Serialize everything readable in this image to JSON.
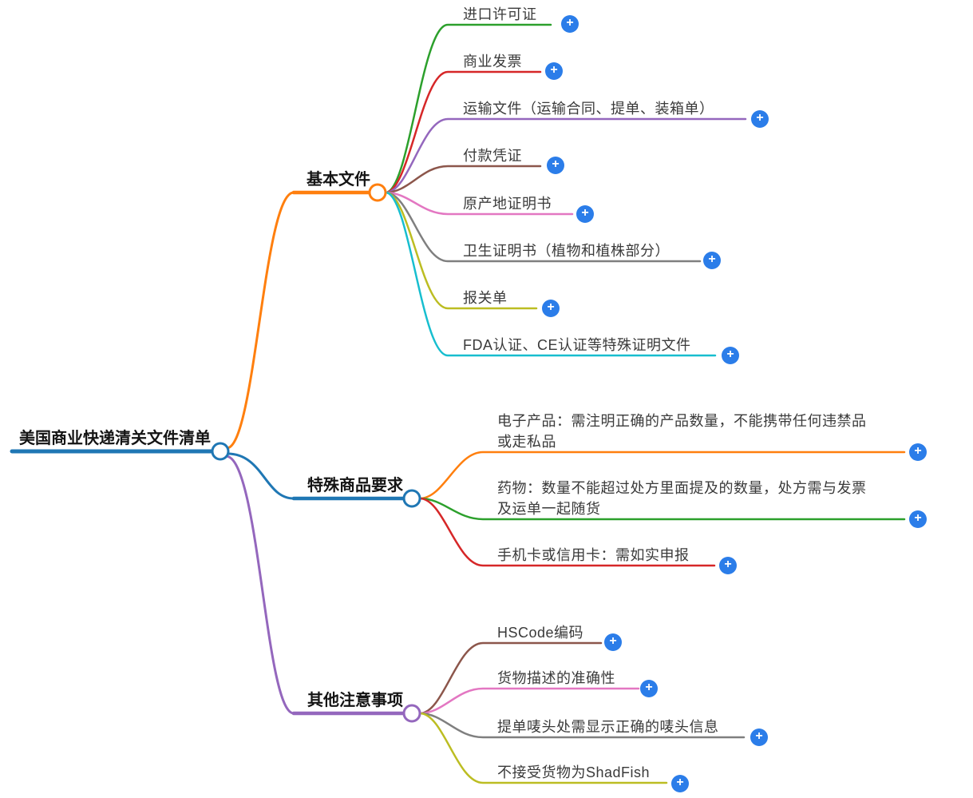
{
  "palette": {
    "blue": "#1f77b4",
    "orange": "#ff7f0e",
    "green": "#2ca02c",
    "red": "#d62728",
    "purple": "#9467bd",
    "brown": "#8c564b",
    "pink": "#e377c2",
    "gray": "#7f7f7f",
    "olive": "#bcbd22",
    "cyan": "#17becf",
    "plus": "#2b7de9"
  },
  "icons": {
    "plus": "+"
  },
  "root": {
    "label": "美国商业快递清关文件清单",
    "color": "blue"
  },
  "branches": [
    {
      "label": "基本文件",
      "color": "orange",
      "children": [
        {
          "label": "进口许可证",
          "color": "green"
        },
        {
          "label": "商业发票",
          "color": "red"
        },
        {
          "label": "运输文件（运输合同、提单、装箱单）",
          "color": "purple"
        },
        {
          "label": "付款凭证",
          "color": "brown"
        },
        {
          "label": "原产地证明书",
          "color": "pink"
        },
        {
          "label": "卫生证明书（植物和植株部分）",
          "color": "gray"
        },
        {
          "label": "报关单",
          "color": "olive"
        },
        {
          "label": "FDA认证、CE认证等特殊证明文件",
          "color": "cyan"
        }
      ]
    },
    {
      "label": "特殊商品要求",
      "color": "blue",
      "children": [
        {
          "label": "电子产品：需注明正确的产品数量，不能携带任何违禁品\n或走私品",
          "color": "orange"
        },
        {
          "label": "药物：数量不能超过处方里面提及的数量，处方需与发票\n及运单一起随货",
          "color": "green"
        },
        {
          "label": "手机卡或信用卡：需如实申报",
          "color": "red"
        }
      ]
    },
    {
      "label": "其他注意事项",
      "color": "purple",
      "children": [
        {
          "label": "HSCode编码",
          "color": "brown"
        },
        {
          "label": "货物描述的准确性",
          "color": "pink"
        },
        {
          "label": "提单唛头处需显示正确的唛头信息",
          "color": "gray"
        },
        {
          "label": "不接受货物为ShadFish",
          "color": "olive"
        }
      ]
    }
  ]
}
